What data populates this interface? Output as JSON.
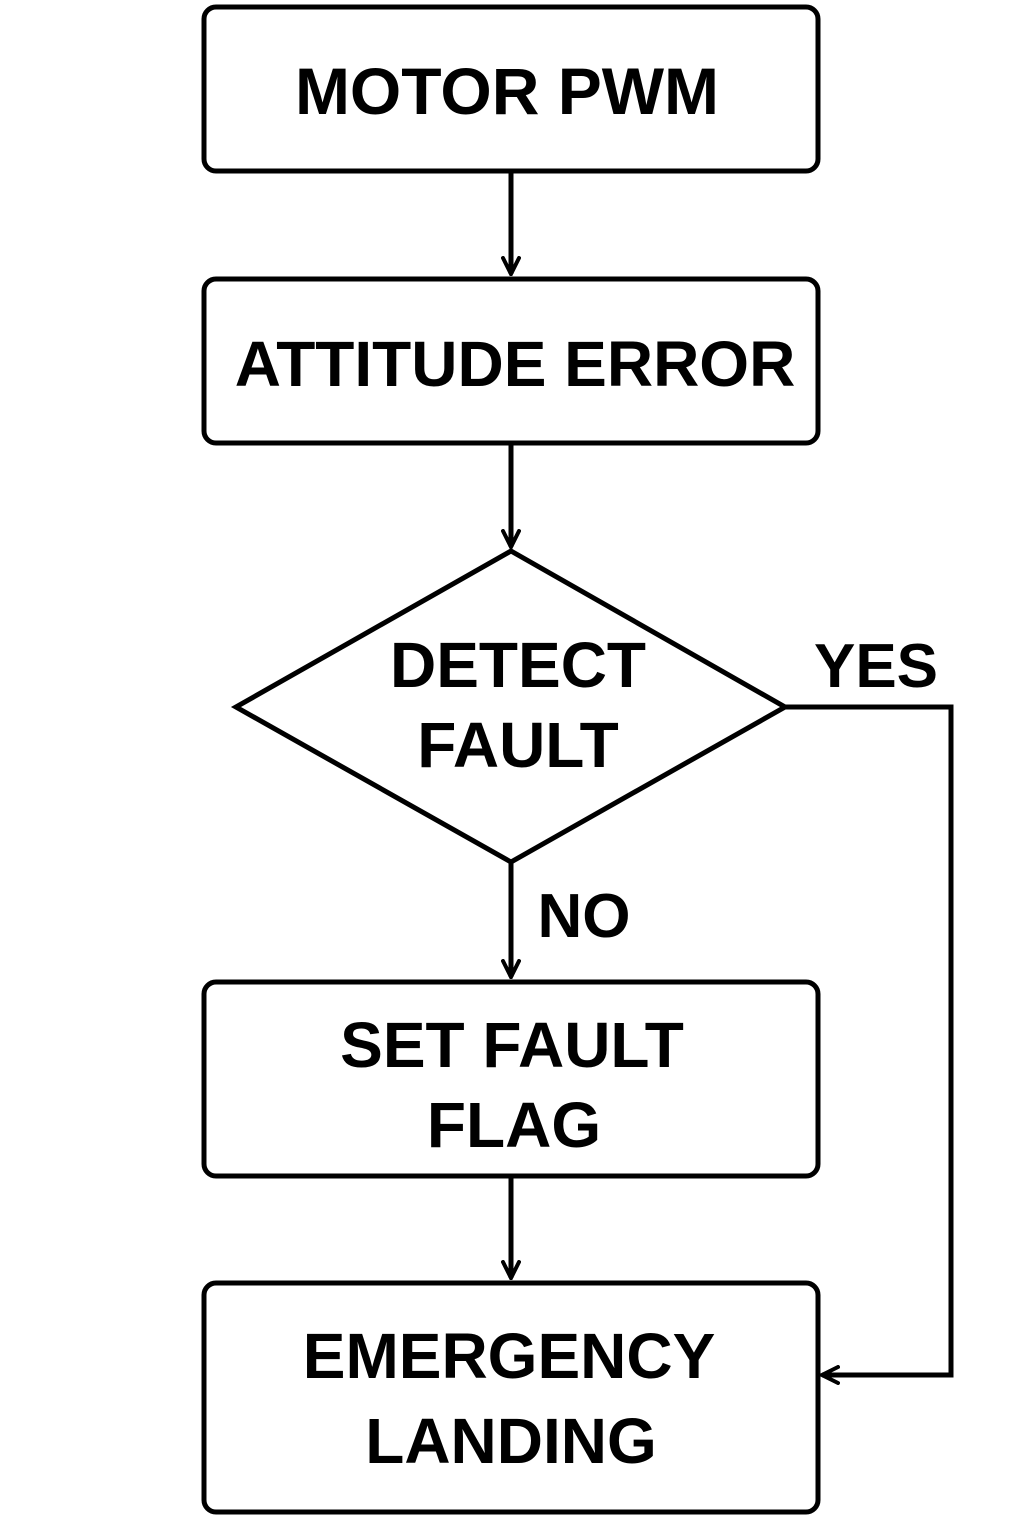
{
  "nodes": {
    "motor_pwm": {
      "label": "MOTOR PWM"
    },
    "attitude_error": {
      "label": "ATTITUDE ERROR"
    },
    "detect_fault": {
      "lines": [
        "DETECT",
        "FAULT"
      ]
    },
    "set_fault_flag": {
      "lines": [
        "SET FAULT",
        "FLAG"
      ]
    },
    "emergency_landing": {
      "lines": [
        "EMERGENCY",
        "LANDING"
      ]
    }
  },
  "edges": {
    "yes_label": "YES",
    "no_label": "NO"
  },
  "colors": {
    "stroke": "#000000",
    "fill": "#ffffff",
    "text": "#000000"
  }
}
